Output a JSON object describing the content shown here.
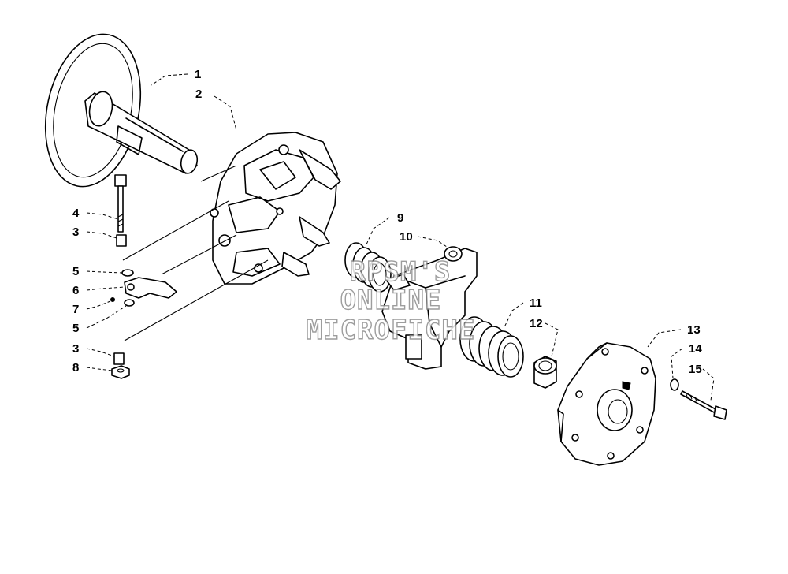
{
  "callouts": {
    "c1": "1",
    "c2": "2",
    "c3a": "3",
    "c3b": "3",
    "c4": "4",
    "c5a": "5",
    "c5b": "5",
    "c6": "6",
    "c7": "7",
    "c8": "8",
    "c9": "9",
    "c10": "10",
    "c11": "11",
    "c12": "12",
    "c13": "13",
    "c14": "14",
    "c15": "15"
  },
  "watermark": {
    "line1": "RPSM'S",
    "line2": "ONLINE",
    "line3": "MICROFICHE"
  }
}
